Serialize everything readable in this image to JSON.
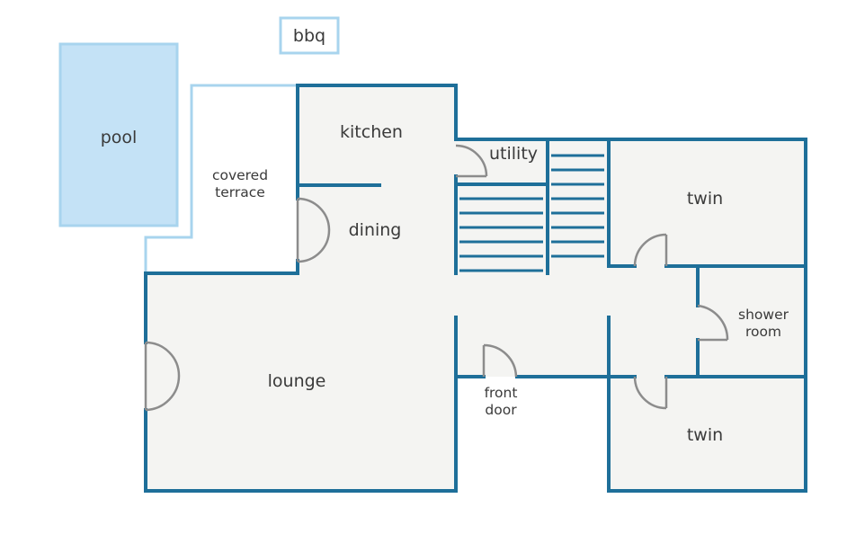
{
  "labels": {
    "pool": "pool",
    "bbq": "bbq",
    "covered_terrace_1": "covered",
    "covered_terrace_2": "terrace",
    "kitchen": "kitchen",
    "utility": "utility",
    "dining": "dining",
    "lounge": "lounge",
    "front_door_1": "front",
    "front_door_2": "door",
    "twin_top": "twin",
    "shower_room_1": "shower",
    "shower_room_2": "room",
    "twin_bottom": "twin"
  },
  "colors": {
    "wall": "#1e6f99",
    "outdoor_outline": "#a8d4ee",
    "pool_fill": "#c4e2f6",
    "floor": "#f4f4f2",
    "door": "#8c8c8c",
    "text": "#3a3a3a"
  }
}
